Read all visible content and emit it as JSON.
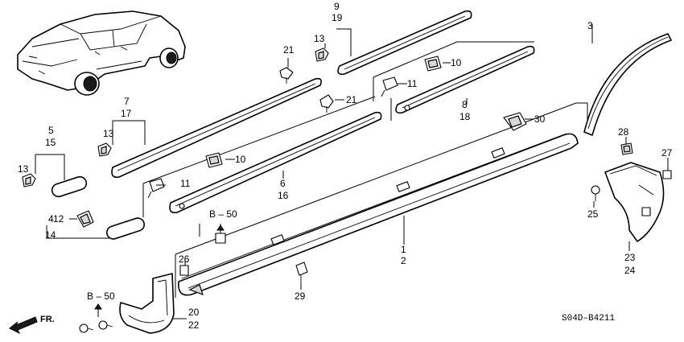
{
  "callouts": {
    "c1": "1",
    "c2": "2",
    "c3": "3",
    "c4": "4",
    "c5": "5",
    "c6": "6",
    "c7": "7",
    "c8": "8",
    "c9": "9",
    "c10a": "10",
    "c10b": "10",
    "c11a": "11",
    "c11b": "11",
    "c12": "12",
    "c13a": "13",
    "c13b": "13",
    "c13c": "13",
    "c14": "14",
    "c15": "15",
    "c16": "16",
    "c17": "17",
    "c18": "18",
    "c19": "19",
    "c20": "20",
    "c21a": "21",
    "c21b": "21",
    "c22": "22",
    "c23": "23",
    "c24": "24",
    "c25": "25",
    "c26": "26",
    "c27": "27",
    "c28": "28",
    "c29": "29",
    "c30": "30"
  },
  "refs": {
    "b50_upper": "B – 50",
    "b50_lower": "B – 50"
  },
  "front_label": "FR.",
  "diagram_code": "S04D–B4211"
}
